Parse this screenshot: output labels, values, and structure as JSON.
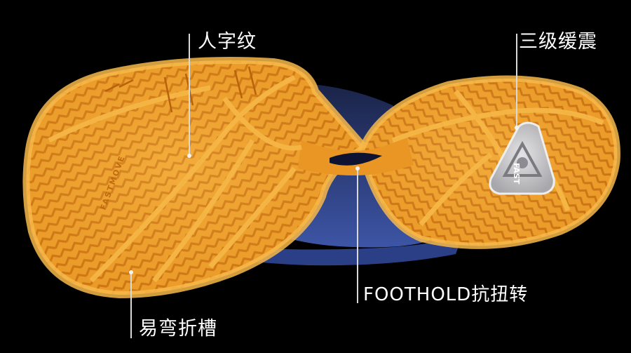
{
  "callouts": [
    {
      "id": "herringbone",
      "label": "人字纹"
    },
    {
      "id": "cushion",
      "label": "三级缓震"
    },
    {
      "id": "foothold",
      "label": "FOOTHOLD抗扭转"
    },
    {
      "id": "flex",
      "label": "易弯折槽"
    }
  ],
  "sole_text": {
    "side_logo": "FASTMOVE",
    "heel_logo": "FAST"
  },
  "colors": {
    "background": "#000000",
    "sole_orange": "#f2a22a",
    "sole_light": "#f7c35a",
    "sole_dark": "#c66d14",
    "upper_navy": "#2c3c78",
    "cushion_grey": "#c9c9cc",
    "callout_line": "#d9d9d9"
  }
}
